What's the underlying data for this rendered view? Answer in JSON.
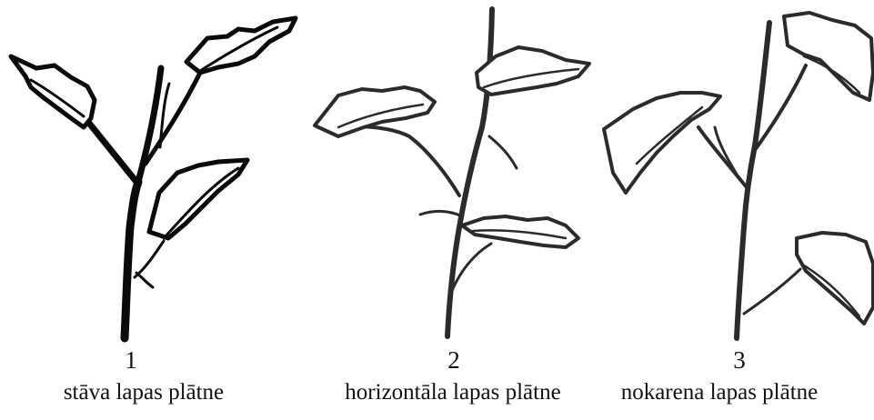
{
  "figure": {
    "panels": [
      {
        "number": "1",
        "caption": "stāva lapas plātne",
        "ink": "#0a0a0a"
      },
      {
        "number": "2",
        "caption": "horizontāla lapas plātne",
        "ink": "#2b2b2b"
      },
      {
        "number": "3",
        "caption": "nokarena lapas plātne",
        "ink": "#2b2b2b"
      }
    ]
  }
}
